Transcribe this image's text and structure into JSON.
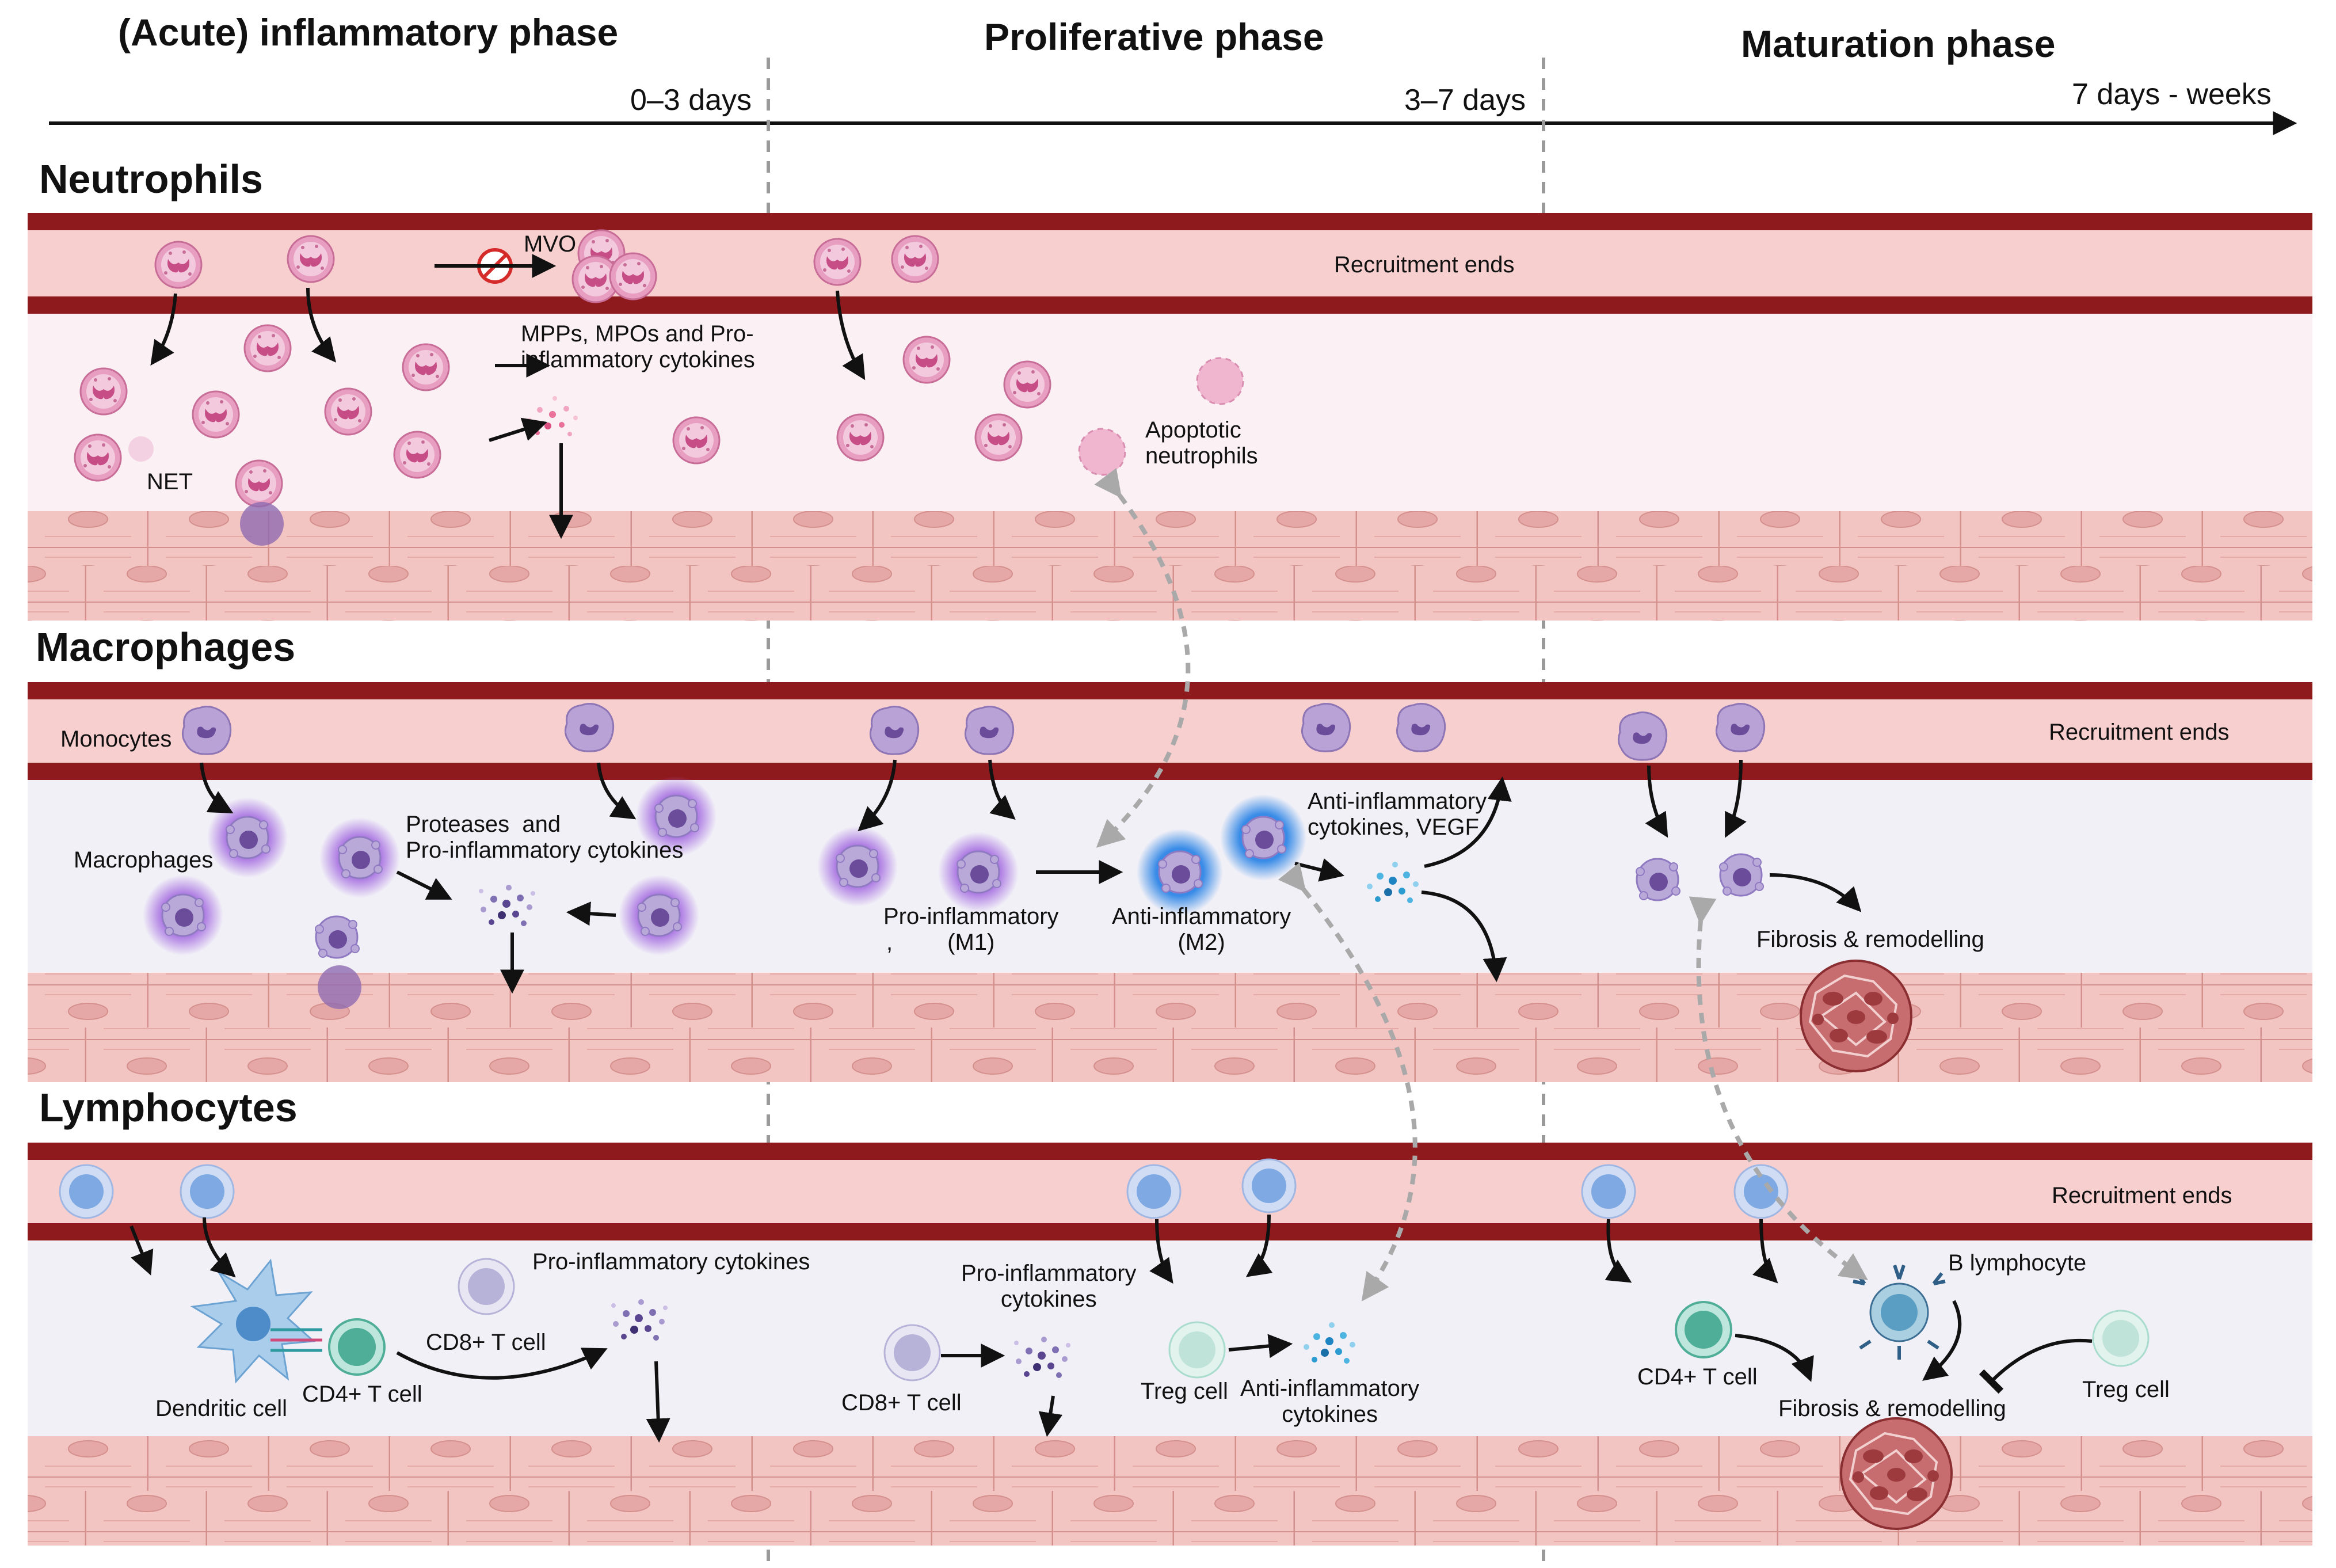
{
  "phases": [
    {
      "title": "(Acute) inflammatory phase",
      "time": "0–3 days"
    },
    {
      "title": "Proliferative phase",
      "time": "3–7 days"
    },
    {
      "title": "Maturation phase",
      "time": "7 days - weeks"
    }
  ],
  "sections": {
    "neutrophils": {
      "title": "Neutrophils",
      "mvo": "MVO",
      "net": "NET",
      "mediators": "MPPs, MPOs and Pro-\ninflammatory cytokines",
      "apoptotic": "Apoptotic\nneutrophils",
      "recruitment_end": "Recruitment ends"
    },
    "macrophages": {
      "title": "Macrophages",
      "monocytes": "Monocytes",
      "macrophages": "Macrophages",
      "proteases": "Proteases  and\nPro-inflammatory cytokines",
      "m1": "Pro-inflammatory\n(M1)",
      "m1_mark": ",",
      "m2": "Anti-inflammatory\n(M2)",
      "anti_cytokines_vegf": "Anti-inflammatory\ncytokines, VEGF",
      "fibrosis": "Fibrosis & remodelling",
      "recruitment_end": "Recruitment ends"
    },
    "lymphocytes": {
      "title": "Lymphocytes",
      "pro_cytokines_1": "Pro-inflammatory cytokines",
      "cd8_1": "CD8+ T cell",
      "dendritic": "Dendritic cell",
      "cd4_1": "CD4+ T cell",
      "pro_cytokines_2": "Pro-inflammatory\ncytokines",
      "cd8_2": "CD8+ T cell",
      "treg_1": "Treg cell",
      "anti_cytokines": "Anti-inflammatory\ncytokines",
      "b_lymphocyte": "B lymphocyte",
      "cd4_2": "CD4+ T cell",
      "fibrosis": "Fibrosis & remodelling",
      "treg_2": "Treg cell",
      "recruitment_end": "Recruitment ends"
    }
  },
  "colors": {
    "vessel_wall": "#8e1a1e",
    "vessel_lumen": "#f8cfcf",
    "neutrophil_tissue": "#fbf0f4",
    "other_tissue": "#f1f0f7",
    "myocyte": "#f2c4c2",
    "myocyte_line": "#d4908d",
    "neutrophil": "#e79ec0",
    "monocyte": "#b9a2d6",
    "pro_glow": "#a46be0",
    "anti_glow": "#2f86e6",
    "lymphocyte": "#7fa9e3",
    "cd4": "#4fae98",
    "cd8": "#b6b2d8",
    "treg": "#bfe3d9",
    "pro_dots": "#5a4690",
    "anti_dots": "#2c9bd0",
    "dashed_arrow": "#a9a9a9",
    "fibrosis": "#9c3a3e"
  },
  "icons": [
    "inhibit-icon",
    "neutrophil-icon",
    "monocyte-icon",
    "macrophage-icon",
    "t-cell-icon",
    "dendritic-cell-icon",
    "b-cell-icon",
    "fibrosis-icon",
    "cytokine-cluster-icon"
  ]
}
